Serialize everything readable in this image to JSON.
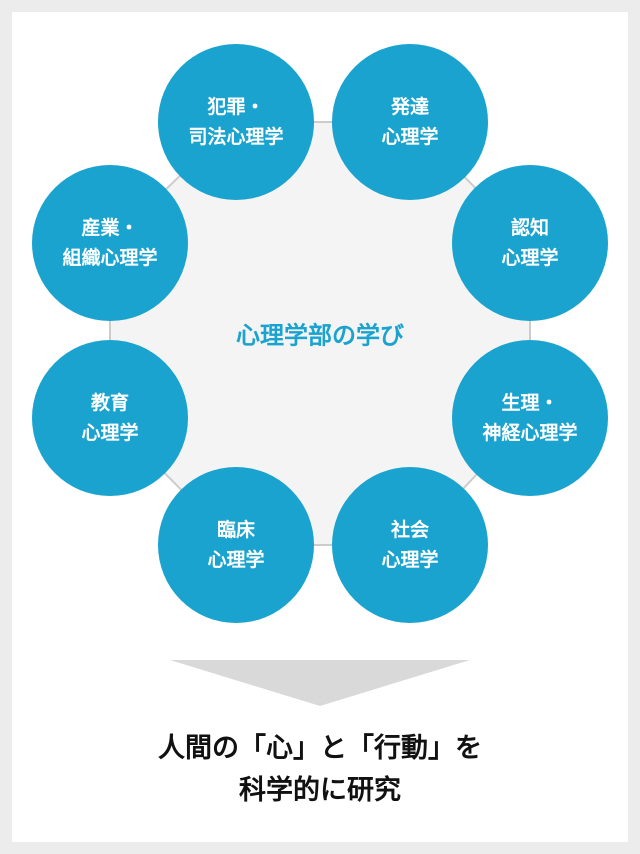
{
  "center_label": "心理学部の学び",
  "nodes": [
    {
      "line1": "犯罪・",
      "line2": "司法心理学"
    },
    {
      "line1": "発達",
      "line2": "心理学"
    },
    {
      "line1": "認知",
      "line2": "心理学"
    },
    {
      "line1": "生理・",
      "line2": "神経心理学"
    },
    {
      "line1": "社会",
      "line2": "心理学"
    },
    {
      "line1": "臨床",
      "line2": "心理学"
    },
    {
      "line1": "教育",
      "line2": "心理学"
    },
    {
      "line1": "産業・",
      "line2": "組織心理学"
    }
  ],
  "conclusion": {
    "line1": "人間の「心」と「行動」を",
    "line2": "科学的に研究"
  },
  "colors": {
    "node": "#1aa3cf",
    "octagon": "#f4f4f4",
    "edge": "#cccccc",
    "arrow": "#d9d9d9"
  }
}
